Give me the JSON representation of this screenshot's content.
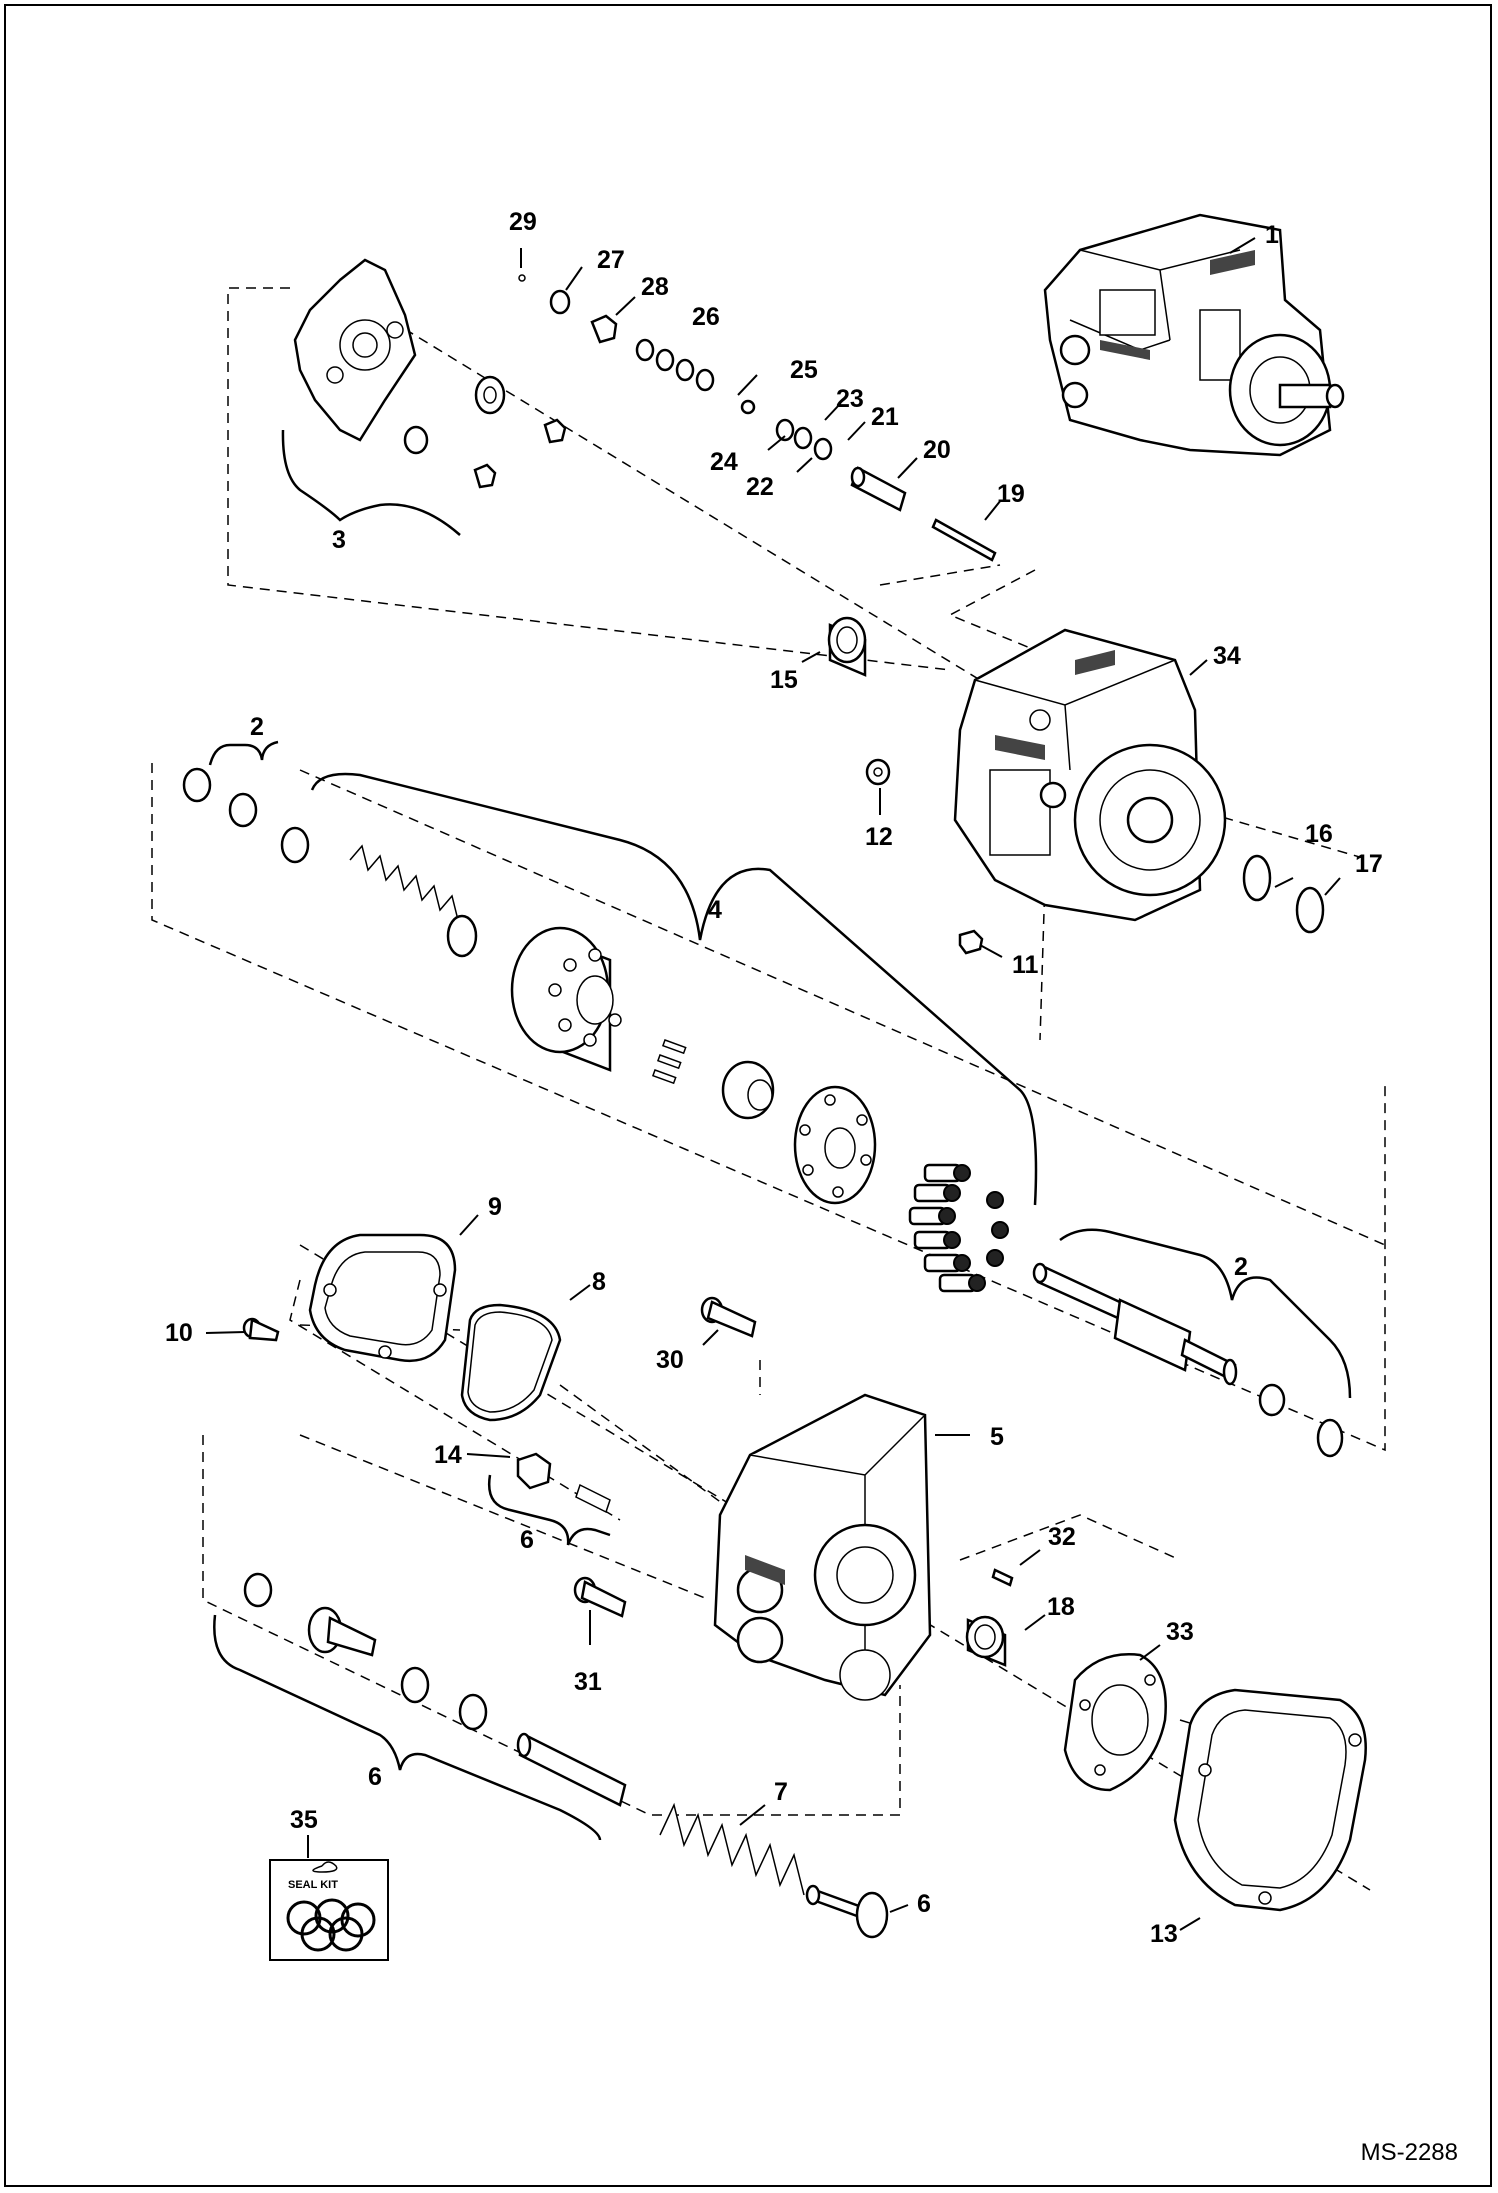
{
  "drawing_id": "MS-2288",
  "seal_kit": {
    "label": "SEAL KIT"
  },
  "callouts": [
    "1",
    "2",
    "3",
    "4",
    "5",
    "6",
    "7",
    "8",
    "9",
    "10",
    "11",
    "12",
    "13",
    "14",
    "15",
    "16",
    "17",
    "18",
    "19",
    "20",
    "21",
    "22",
    "23",
    "24",
    "25",
    "26",
    "27",
    "28",
    "29",
    "30",
    "31",
    "32",
    "33",
    "34",
    "35"
  ]
}
